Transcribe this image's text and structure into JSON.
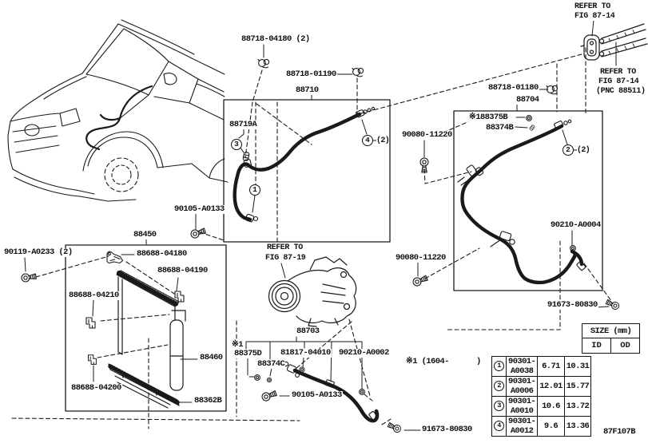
{
  "figure": {
    "code": "87F107B",
    "note": "※1 (1604-      )"
  },
  "refs": {
    "top": [
      "REFER TO",
      "FIG 87-14"
    ],
    "pnc": [
      "REFER TO",
      "FIG 87-14",
      "(PNC 88511)"
    ],
    "compressor": [
      "REFER TO",
      "FIG 87-19"
    ]
  },
  "labels": {
    "l88718_04180": "88718-04180 (2)",
    "l88718_01190": "88718-01190",
    "l88710": "88710",
    "l88719A": "88719A",
    "l88718_01180": "88718-01180",
    "l88704": "88704",
    "l88375B": "※188375B",
    "l88374B": "88374B",
    "l90080_11220_a": "90080-11220",
    "l90080_11220_b": "90080-11220",
    "l90210_A0004": "90210-A0004",
    "l91673_80830_r": "91673-80830",
    "l91673_80830_b": "91673-80830",
    "l90105_A0133_a": "90105-A0133",
    "l90105_A0133_b": "90105-A0133",
    "l88450": "88450",
    "l90119_A0233": "90119-A0233 (2)",
    "l88688_04180": "88688-04180",
    "l88688_04190": "88688-04190",
    "l88688_04210": "88688-04210",
    "l88688_04200": "88688-04200",
    "l88460": "88460",
    "l88362B": "88362B",
    "l88703": "88703",
    "l88375D_mark": "※1",
    "l88375D": "88375D",
    "l88374C": "88374C",
    "l81817_04010": "81817-04010",
    "l90210_A0002": "90210-A0002"
  },
  "callouts": {
    "c1": "1",
    "c2": "2",
    "c3": "3",
    "c4": "4",
    "qty2": "(2)"
  },
  "table": {
    "size_header": "SIZE (mm)",
    "col_id": "ID",
    "col_od": "OD",
    "rows": [
      {
        "no": "1",
        "part": "90301-A0038",
        "id": "6.71",
        "od": "10.31"
      },
      {
        "no": "2",
        "part": "90301-A0006",
        "id": "12.01",
        "od": "15.77"
      },
      {
        "no": "3",
        "part": "90301-A0010",
        "id": "10.6",
        "od": "13.72"
      },
      {
        "no": "4",
        "part": "90301-A0012",
        "id": "9.6",
        "od": "13.36"
      }
    ]
  }
}
